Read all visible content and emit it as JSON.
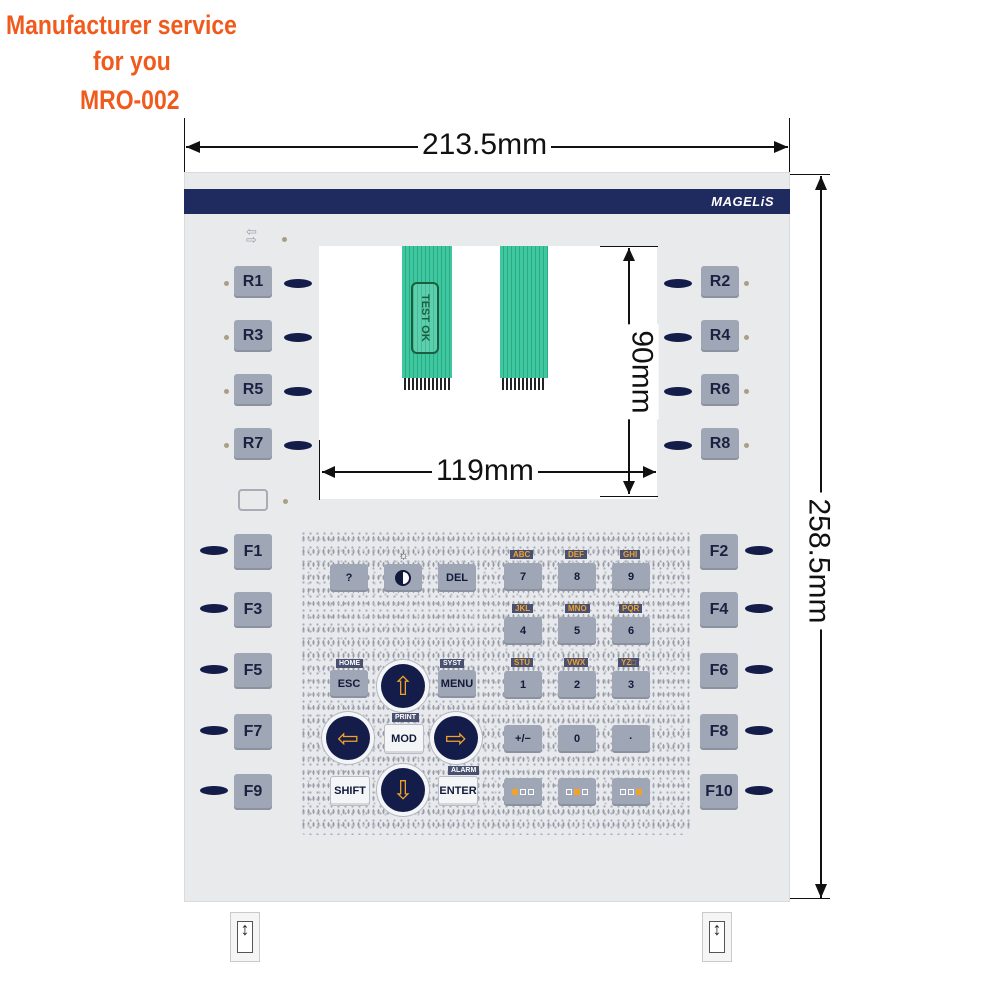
{
  "promo": {
    "line1": "Manufacturer service",
    "line2": "for you",
    "line3": "MRO-002"
  },
  "dimensions": {
    "width": "213.5mm",
    "height": "258.5mm",
    "screen_width": "119mm",
    "screen_height": "90mm"
  },
  "panel": {
    "brand": "MAGELiS",
    "ribbon_label": "TEST OK",
    "left_r_keys": [
      "R1",
      "R3",
      "R5",
      "R7"
    ],
    "right_r_keys": [
      "R2",
      "R4",
      "R6",
      "R8"
    ],
    "left_f_keys": [
      "F1",
      "F3",
      "F5",
      "F7",
      "F9"
    ],
    "right_f_keys": [
      "F2",
      "F4",
      "F6",
      "F8",
      "F10"
    ]
  },
  "keypad": {
    "help": "?",
    "del": "DEL",
    "esc": "ESC",
    "esc_sub": "HOME",
    "menu": "MENU",
    "menu_sub": "SYST",
    "mod": "MOD",
    "mod_sub": "PRINT",
    "shift": "SHIFT",
    "enter": "ENTER",
    "enter_sub": "ALARM",
    "plusminus": "+/−",
    "zero": "0",
    "dot": "·",
    "digits": [
      "7",
      "8",
      "9",
      "4",
      "5",
      "6",
      "1",
      "2",
      "3"
    ],
    "letters": [
      "ABC",
      "DEF",
      "GHI",
      "JKL",
      "MNO",
      "PQR",
      "STU",
      "VWX",
      "YZ□"
    ]
  },
  "colors": {
    "promo": "#f05a1c",
    "brand_bar": "#1f2a5e",
    "key": "#9fa6b6",
    "ribbon": "#3dc8a0",
    "accent_letters": "#f0a229"
  }
}
